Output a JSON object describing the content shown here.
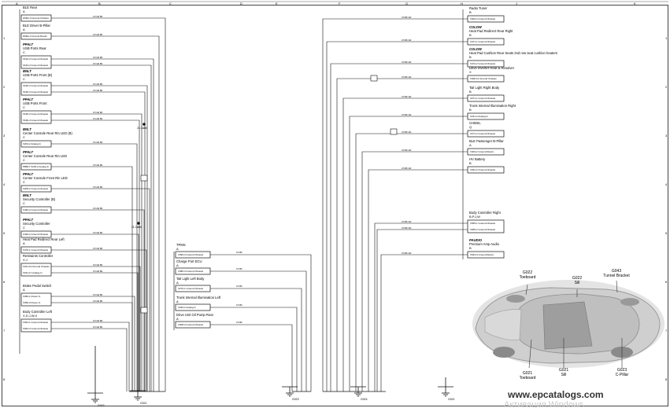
{
  "grid": {
    "col_letters": [
      "A",
      "B",
      "C",
      "D",
      "E",
      "F",
      "G",
      "H",
      "J",
      "K"
    ],
    "row_numbers": [
      "1",
      "2",
      "3",
      "4",
      "5",
      "6",
      "7",
      "8"
    ]
  },
  "left_components": [
    {
      "name": "BLE Rear",
      "prefix": "",
      "conn": "A",
      "pins": [
        "W402-3 Ground Chassis"
      ]
    },
    {
      "name": "BLE Driver B-Pillar",
      "prefix": "",
      "conn": "A",
      "pins": [
        "W402-3 Ground Return"
      ]
    },
    {
      "name": "USB Ports Rear",
      "prefix": "PPALT",
      "conn": "C",
      "pins": [
        "X194-3 Ground Chassis",
        "X194-4 Ground Chassis"
      ]
    },
    {
      "name": "USB Ports Front (B)",
      "prefix": "BNLT",
      "conn": "C",
      "pins": [
        "X196-3 Ground Chassis",
        "X196-4 Ground Chassis"
      ]
    },
    {
      "name": "USB Ports Front",
      "prefix": "PPALT",
      "conn": "C",
      "pins": [
        "X196-3 Ground Chassis",
        "X196-4 Ground Chassis"
      ]
    },
    {
      "name": "Center Console Rear Rin LED (B)",
      "prefix": "BNLT",
      "conn": "C",
      "pins": [
        "X204-2 Analog In"
      ]
    },
    {
      "name": "Center Console Rear Rin LED",
      "prefix": "PPALT",
      "conn": "C",
      "pins": [
        "PBBLT X204-2 Analog In"
      ]
    },
    {
      "name": "Center Console Front Rin LED",
      "prefix": "PPALT",
      "conn": "C",
      "pins": [
        "X205-2 Ground Chassis"
      ]
    },
    {
      "name": "Security Controller (B)",
      "prefix": "BNLT",
      "conn": "C",
      "pins": [
        "X440-2 Ground Chassis"
      ]
    },
    {
      "name": "Security Controller",
      "prefix": "PPALT",
      "conn": "C",
      "pins": [
        "X440-2 Ground Chassis"
      ]
    },
    {
      "name": "Heat Pad Redirect Rear Left",
      "prefix": "",
      "conn": "A",
      "pins": [
        "X470-1 Ground Chassis"
      ]
    },
    {
      "name": "Restraints Controller",
      "prefix": "",
      "conn": "X,J",
      "pins": [
        "X231-10 Ground Chassis",
        "X231-17 Analog In"
      ]
    },
    {
      "name": "Brake Pedal Switch",
      "prefix": "",
      "conn": "A",
      "pins": [
        "X356-1 Power In",
        "X356-3 Power In"
      ]
    },
    {
      "name": "Body Controller Left",
      "prefix": "",
      "conn": "X,D,J,W,X",
      "pins": [
        "X364-1 Ground Chassis",
        "X364-2 Ground Chassis"
      ]
    }
  ],
  "middle_components": [
    {
      "name": "TPMS",
      "conn": "A",
      "pins": [
        "X390-3 Ground Chassis"
      ]
    },
    {
      "name": "Charge Port ECU",
      "conn": "A",
      "pins": [
        "X380-3 Ground Chassis"
      ]
    },
    {
      "name": "Tail Light Left Body",
      "conn": "A",
      "pins": [
        "X270-1 Ground Chassis"
      ]
    },
    {
      "name": "Trunk Internal Illumination Left",
      "conn": "A",
      "pins": [
        "X240-2 Analog In"
      ]
    },
    {
      "name": "Drive Unit Oil Pump Rear",
      "conn": "A",
      "pins": [
        "X408-3 Ground Chassis"
      ]
    }
  ],
  "right_components": [
    {
      "name": "Radio Tuner",
      "prefix": "",
      "conn": "B",
      "pins": [
        "X302-3 Ground Chassis"
      ]
    },
    {
      "name": "Heat Pad Redirect Rear Right",
      "prefix": "COLDW",
      "conn": "B",
      "pins": [
        "X471-1 Ground Chassis"
      ]
    },
    {
      "name": "Heat Pad Cushion Rear Seats 2nd row seat cushion heaters",
      "prefix": "COLDW",
      "conn": "B",
      "pins": [
        "X472-2 Ground Chassis"
      ]
    },
    {
      "name": "Drive Inverter Rear & Resolver",
      "prefix": "",
      "conn": "X",
      "pins": [
        "X400-13 Ground Chassis"
      ]
    },
    {
      "name": "Tail Light Right Body",
      "prefix": "",
      "conn": "B",
      "pins": [
        "X271-1 Ground Chassis"
      ]
    },
    {
      "name": "Trunk Internal Illumination Right",
      "prefix": "",
      "conn": "B",
      "pins": [
        "X241-2 Analog In"
      ]
    },
    {
      "name": "CHMSL",
      "prefix": "",
      "conn": "Q",
      "pins": [
        "X271-2 Ground Chassis"
      ]
    },
    {
      "name": "BLE Passenger B-Pillar",
      "prefix": "",
      "conn": "A",
      "pins": [
        "X403-2 Ground Return"
      ]
    },
    {
      "name": "HV Battery",
      "prefix": "",
      "conn": "B",
      "pins": [
        "X391-2 Ground Chassis"
      ]
    },
    {
      "name": "Body Controller Right",
      "prefix": "",
      "conn": "B,P,J,W",
      "pins": [
        "X365-1 Ground Chassis",
        "X365-2 Ground Chassis"
      ]
    },
    {
      "name": "Premium Amp Audio",
      "prefix": "PAUDIO",
      "conn": "B",
      "pins": [
        "X343-3 Ground Return"
      ]
    }
  ],
  "splices": [
    "21-Cable",
    "21-Cable"
  ],
  "ground_labels": [
    "G021",
    "G022",
    "G023",
    "G024"
  ],
  "car_labels": [
    {
      "code": "G022",
      "desc": "Toeboard"
    },
    {
      "code": "G022",
      "desc": "Sill"
    },
    {
      "code": "G043",
      "desc": "Tunnel Bracket"
    },
    {
      "code": "G021",
      "desc": "Toeboard"
    },
    {
      "code": "G021",
      "desc": "Sill"
    },
    {
      "code": "G023",
      "desc": "C-Pillar"
    }
  ],
  "watermark": "www.epcatalogs.com",
  "activation_text": "Активация Windows",
  "colors": {
    "wire": "#111111",
    "ground": "#2a2a2a",
    "car": "#bdbdbd"
  }
}
